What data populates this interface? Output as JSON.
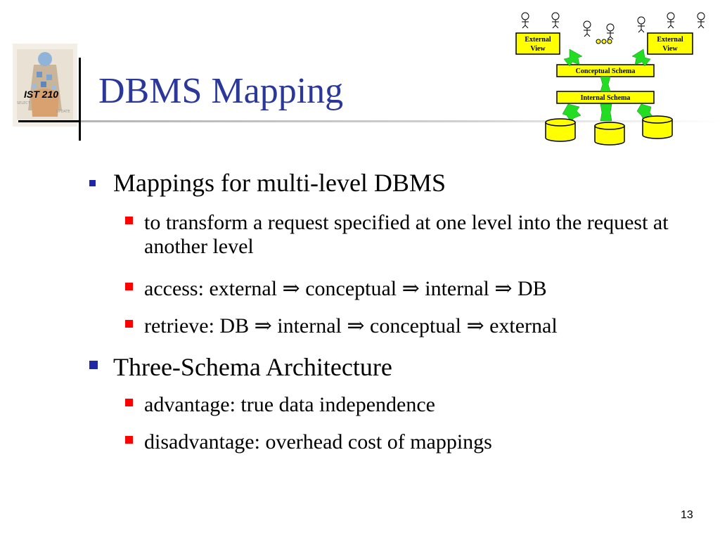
{
  "slide": {
    "title": "DBMS Mapping",
    "logo_text": "IST 210",
    "page_number": "13"
  },
  "bullets": [
    {
      "text": "Mappings for multi-level DBMS",
      "sub": [
        {
          "text": "to transform a request specified at one level into the request at another level"
        },
        {
          "text": "access: external ⇒ conceptual ⇒ internal ⇒ DB"
        },
        {
          "text": "retrieve: DB ⇒ internal ⇒ conceptual ⇒ external"
        }
      ]
    },
    {
      "text": "Three-Schema Architecture",
      "sub": [
        {
          "text": "advantage: true data independence"
        },
        {
          "text": "disadvantage: overhead cost of mappings"
        }
      ]
    }
  ],
  "diagram": {
    "external_view_left": [
      "External",
      "View"
    ],
    "external_view_right": [
      "External",
      "View"
    ],
    "conceptual_schema": "Conceptual Schema",
    "internal_schema": "Internal Schema",
    "colors": {
      "box_fill": "#ffff00",
      "arrow_fill": "#22dd22",
      "title": "#2b3899",
      "main_bullet": "#1f27a8",
      "sub_bullet": "#ff0000"
    }
  }
}
